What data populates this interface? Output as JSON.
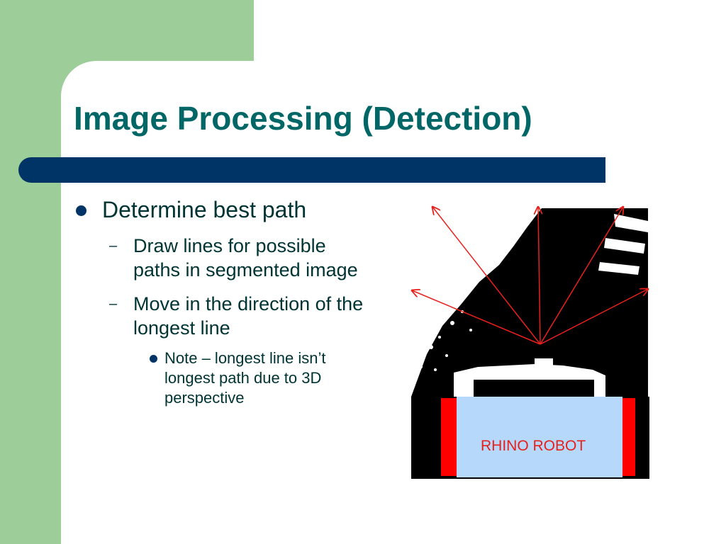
{
  "slide": {
    "title": "Image Processing (Detection)",
    "bullets": {
      "main": "Determine best path",
      "sub1": "Draw lines for possible paths in segmented image",
      "sub2": "Move in the direction of the longest line",
      "note": "Note – longest line isn’t longest path due to 3D perspective"
    }
  },
  "figure": {
    "robot_label": "RHINO ROBOT",
    "line_color": "#e8201c",
    "robot_body_color": "#b6d8fb",
    "side_bar_color": "#ff0000"
  },
  "colors": {
    "background": "#9dcd98",
    "title": "#006666",
    "title_bar": "#003366",
    "text": "#003333"
  }
}
